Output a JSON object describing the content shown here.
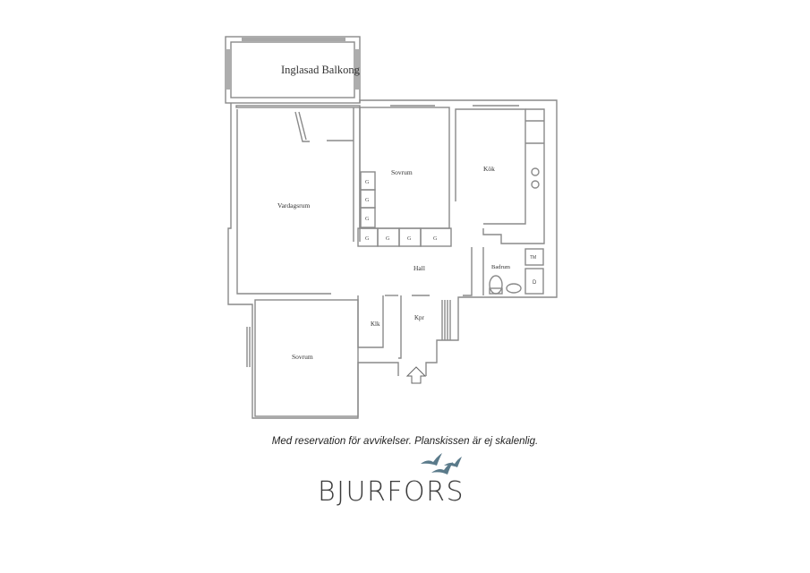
{
  "rooms": {
    "balcony": "Inglasad Balkong",
    "living": "Vardagsrum",
    "bedroom_top": "Sovrum",
    "kitchen": "Kök",
    "hall": "Hall",
    "bath": "Badrum",
    "bedroom_bottom": "Sovrum",
    "closet": "Klk",
    "entry": "Kpr"
  },
  "wardrobe_label": "G",
  "appliance_labels": {
    "tm": "TM",
    "d": "D"
  },
  "disclaimer": "Med reservation för avvikelser. Planskissen är ej skalenlig.",
  "brand": {
    "name": "BJURFORS",
    "logo": "flying-birds-logo",
    "logo_color": "#5a7a8a"
  },
  "colors": {
    "wall": "#8a8a8a",
    "fixture": "#555555"
  }
}
